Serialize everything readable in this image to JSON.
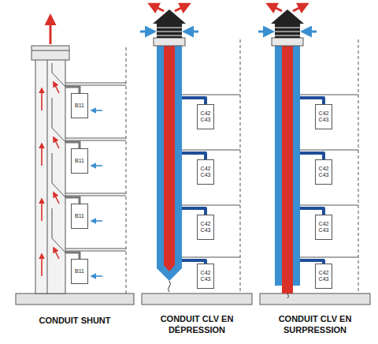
{
  "diagram": {
    "nodes": [
      {
        "text": [
          "B11"
        ]
      },
      {
        "text": [
          "B11"
        ]
      },
      {
        "text": [
          "B11"
        ]
      },
      {
        "text": [
          "B11"
        ]
      },
      {
        "text": [
          "C42 C43"
        ]
      },
      {
        "text": [
          "C42 C43"
        ]
      },
      {
        "text": [
          "C42 C43"
        ]
      },
      {
        "text": [
          "C42 C43"
        ]
      },
      {
        "text": [
          "C42 C43"
        ]
      },
      {
        "text": [
          "C42 C43"
        ]
      },
      {
        "text": [
          "C42 C43"
        ]
      },
      {
        "text": [
          "C42 C43"
        ]
      }
    ],
    "labels": [
      "CONDUIT SHUNT",
      "CONDUIT CLV EN DÉPRESSION",
      "CONDUIT CLV EN SURPRESSION"
    ]
  }
}
